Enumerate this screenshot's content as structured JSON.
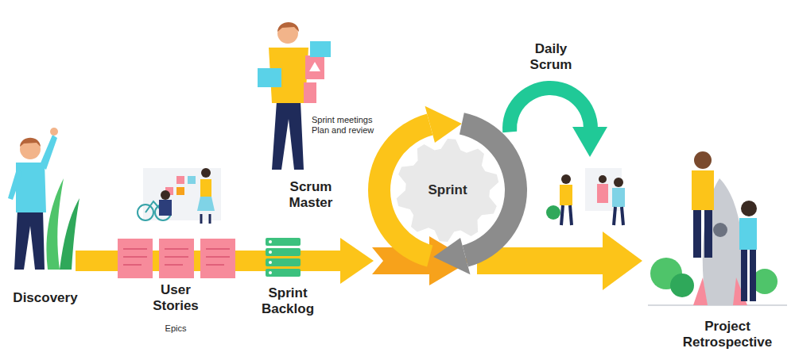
{
  "diagram": {
    "nodes": [
      {
        "text": [
          "Sprint"
        ]
      }
    ],
    "labels": [
      "Discovery",
      "User Stories",
      "Epics",
      "Sprint Backlog",
      "Scrum Master",
      "Sprint meetings Plan and review",
      "Daily Scrum",
      "Project Retrospective"
    ]
  }
}
